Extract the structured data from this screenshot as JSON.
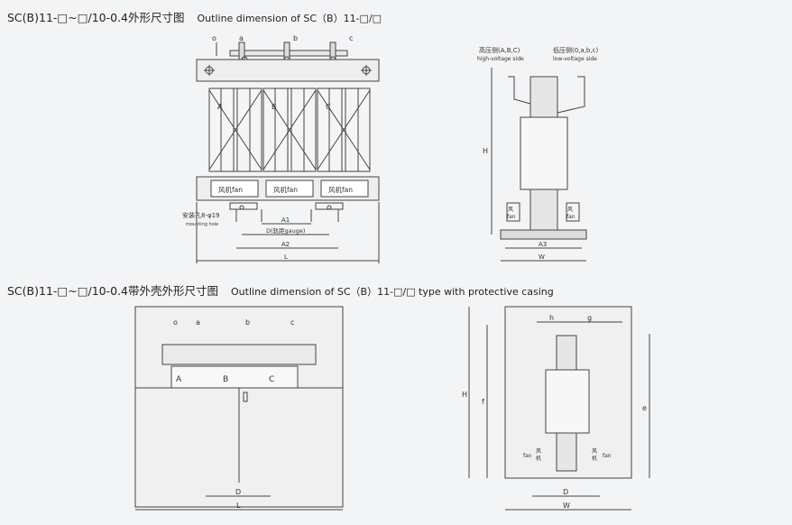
{
  "titles": {
    "section1_cn": "SC(B)11-□~□/10-0.4外形尺寸图",
    "section1_en": "Outline dimension of SC（B）11-□/□",
    "section2_cn": "SC(B)11-□~□/10-0.4带外壳外形尺寸图",
    "section2_en": "Outline dimension of SC（B）11-□/□ type with protective casing"
  },
  "terminals": {
    "o": "o",
    "a": "a",
    "b": "b",
    "c": "c"
  },
  "phases": {
    "A": "A",
    "B": "B",
    "C": "C"
  },
  "fan_label": "风机fan",
  "fan_cn": [
    "风",
    "机"
  ],
  "fan_en": "fan",
  "mounting_hole_cn": "安装孔8-φ19",
  "mounting_hole_en": "mounting hole",
  "dims": {
    "A1": "A1",
    "A2": "A2",
    "A3": "A3",
    "D_gauge": "D(轨距gauge)",
    "L": "L",
    "W": "W",
    "D": "D",
    "H": "H",
    "h": "h",
    "g": "g",
    "f": "f",
    "e": "e"
  },
  "side": {
    "hv_cn": "高压侧(A,B,C)",
    "hv_en": "high-voltage side",
    "lv_cn": "低压侧(0,a,b,c)",
    "lv_en": "low-voltage side"
  }
}
